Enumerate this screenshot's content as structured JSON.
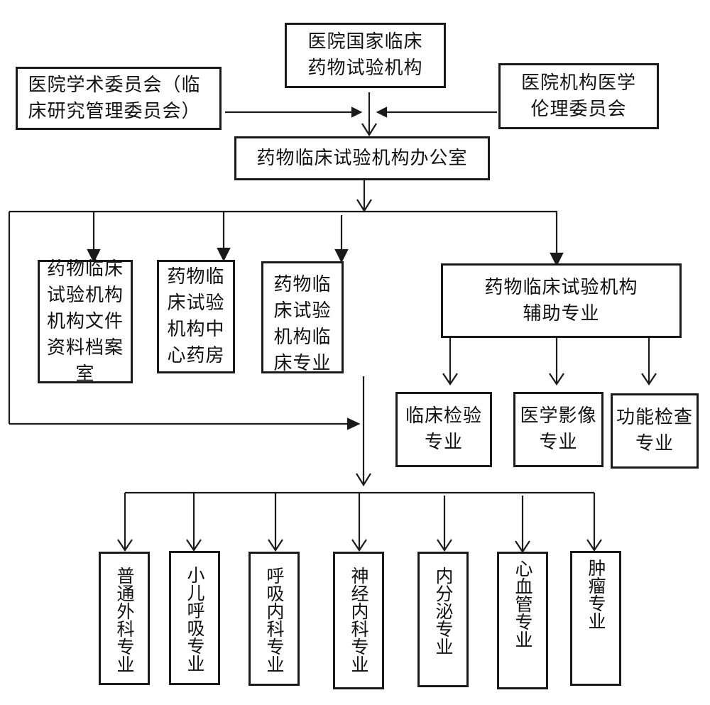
{
  "diagram": {
    "title": "Drug clinical trial institution organizational structure",
    "top": {
      "national_institution": "医院国家临床药物试验机构",
      "academic_committee": "医院学术委员会（临床研究管理委员会）",
      "ethics_committee": "医院机构医学伦理委员会",
      "office": "药物临床试验机构办公室"
    },
    "departments": [
      {
        "id": "archive",
        "label": "药物临床试验机构机构文件资料档案室"
      },
      {
        "id": "pharmacy",
        "label": "药物临床试验机构中心药房"
      },
      {
        "id": "clinical",
        "label": "药物临床试验机构临床专业"
      },
      {
        "id": "auxiliary",
        "label": "药物临床试验机构辅助专业"
      }
    ],
    "auxiliary_specialties": [
      {
        "id": "lab",
        "label": "临床检验专业"
      },
      {
        "id": "imaging",
        "label": "医学影像专业"
      },
      {
        "id": "function",
        "label": "功能检查专业"
      }
    ],
    "clinical_specialties": [
      {
        "id": "surgery",
        "label": "普通外科专业"
      },
      {
        "id": "pediatric-resp",
        "label": "小儿呼吸专业"
      },
      {
        "id": "respiratory",
        "label": "呼吸内科专业"
      },
      {
        "id": "neurology",
        "label": "神经内科专业"
      },
      {
        "id": "endocrine",
        "label": "内分泌专业"
      },
      {
        "id": "cardio",
        "label": "心血管专业"
      },
      {
        "id": "oncology",
        "label": "肿瘤专业"
      }
    ],
    "line_color": "#1a1a1a"
  }
}
